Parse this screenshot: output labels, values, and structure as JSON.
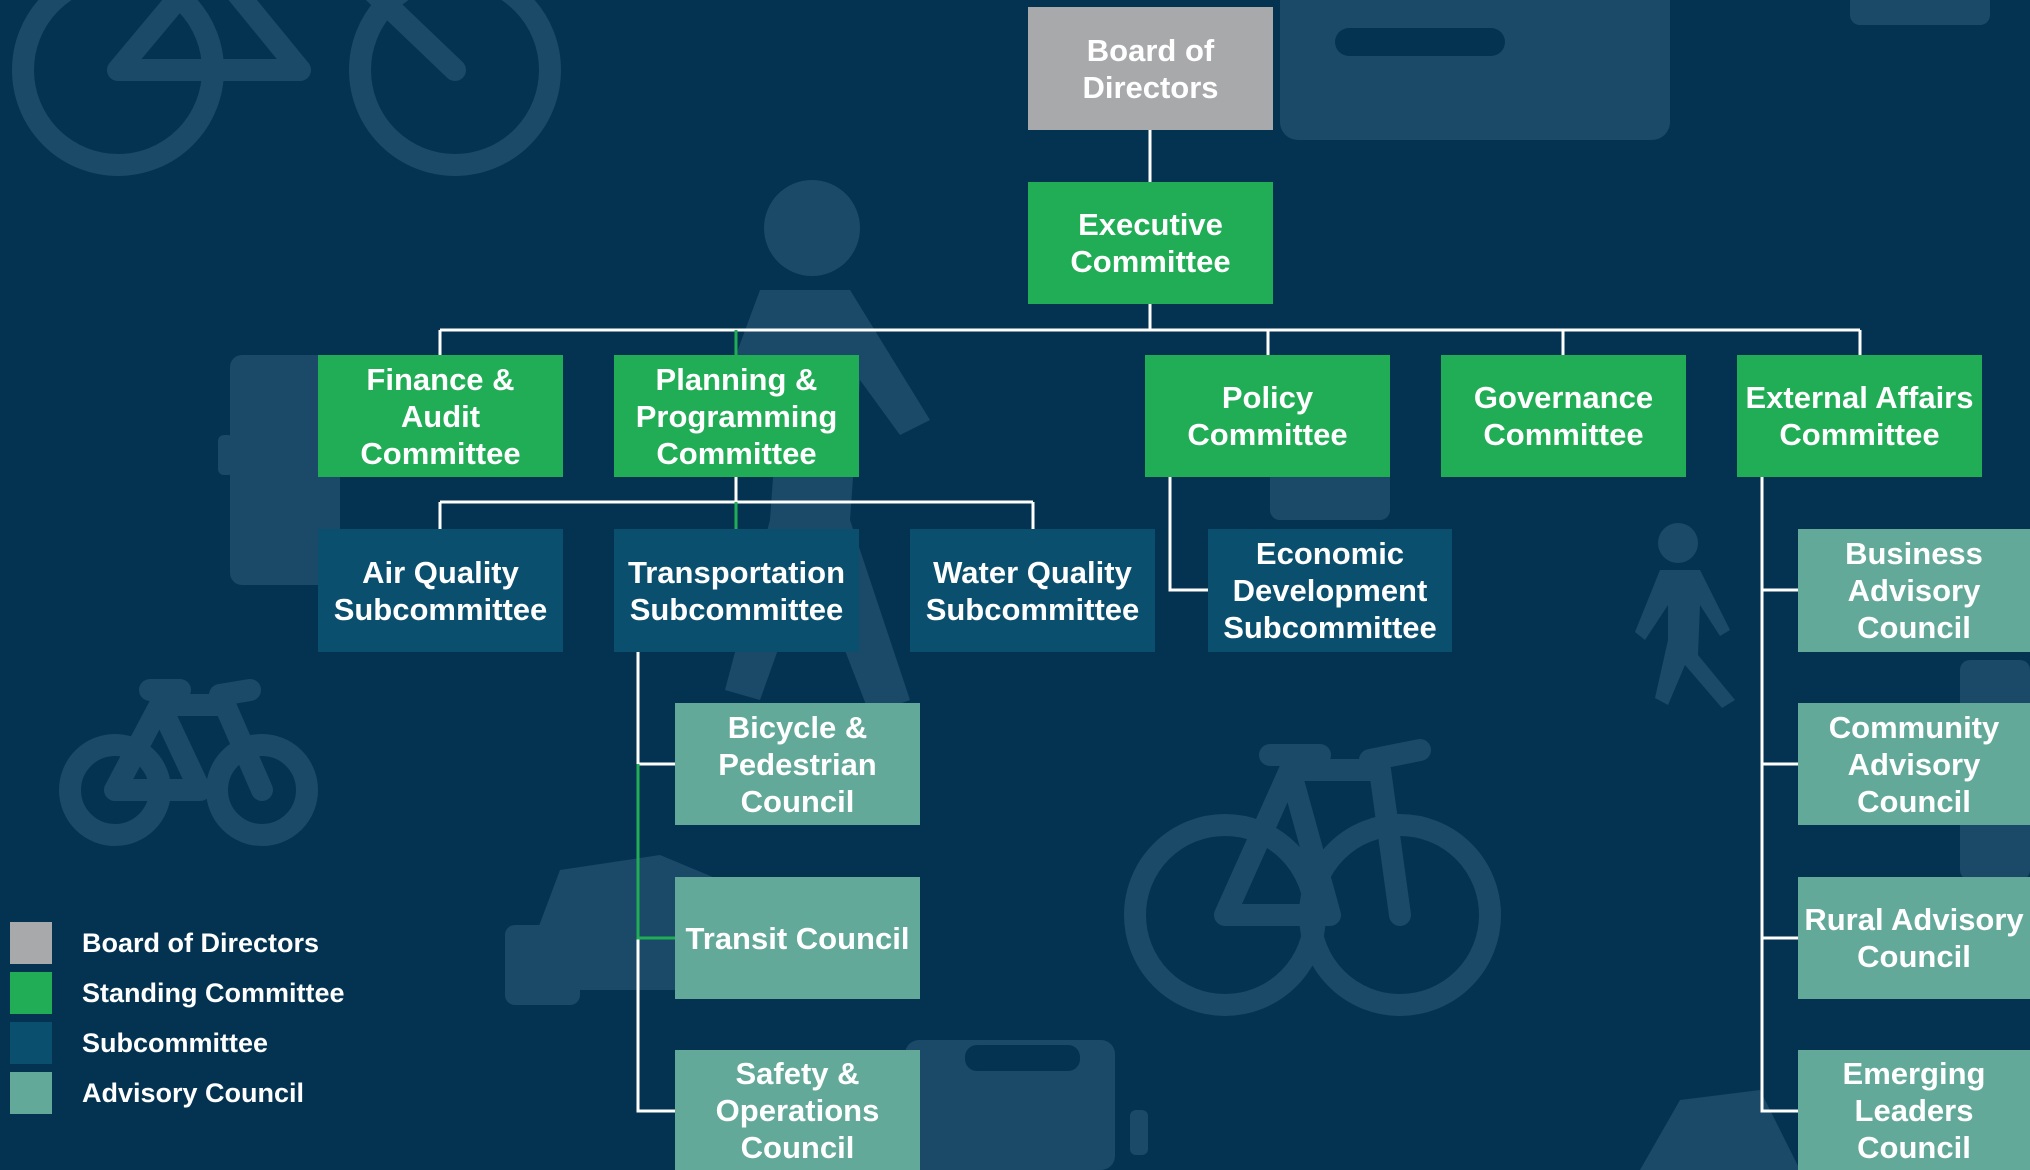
{
  "colors": {
    "background": "#043352",
    "board": "#a7a9ab",
    "standing": "#20ad55",
    "subcommittee": "#0a4f6e",
    "advisory": "#62a999",
    "connector": "#ffffff",
    "connector_accent": "#20ad55"
  },
  "nodes": {
    "board": "Board of\nDirectors",
    "executive": "Executive\nCommittee",
    "finance": "Finance &\nAudit\nCommittee",
    "planning": "Planning &\nProgramming\nCommittee",
    "policy": "Policy\nCommittee",
    "governance": "Governance\nCommittee",
    "external": "External Affairs\nCommittee",
    "air": "Air Quality\nSubcommittee",
    "transportation": "Transportation\nSubcommittee",
    "water": "Water Quality\nSubcommittee",
    "economic": "Economic\nDevelopment\nSubcommittee",
    "bicycle": "Bicycle &\nPedestrian\nCouncil",
    "transit": "Transit Council",
    "safety": "Safety &\nOperations\nCouncil",
    "business": "Business\nAdvisory\nCouncil",
    "community": "Community\nAdvisory\nCouncil",
    "rural": "Rural Advisory\nCouncil",
    "emerging": "Emerging\nLeaders\nCouncil"
  },
  "legend": [
    {
      "label": "Board of Directors",
      "color": "#a7a9ab"
    },
    {
      "label": "Standing Committee",
      "color": "#20ad55"
    },
    {
      "label": "Subcommittee",
      "color": "#0a4f6e"
    },
    {
      "label": "Advisory Council",
      "color": "#62a999"
    }
  ],
  "background_icons": [
    "bicycle-icon",
    "pedestrian-icon",
    "bus-icon",
    "car-icon",
    "truck-icon"
  ]
}
